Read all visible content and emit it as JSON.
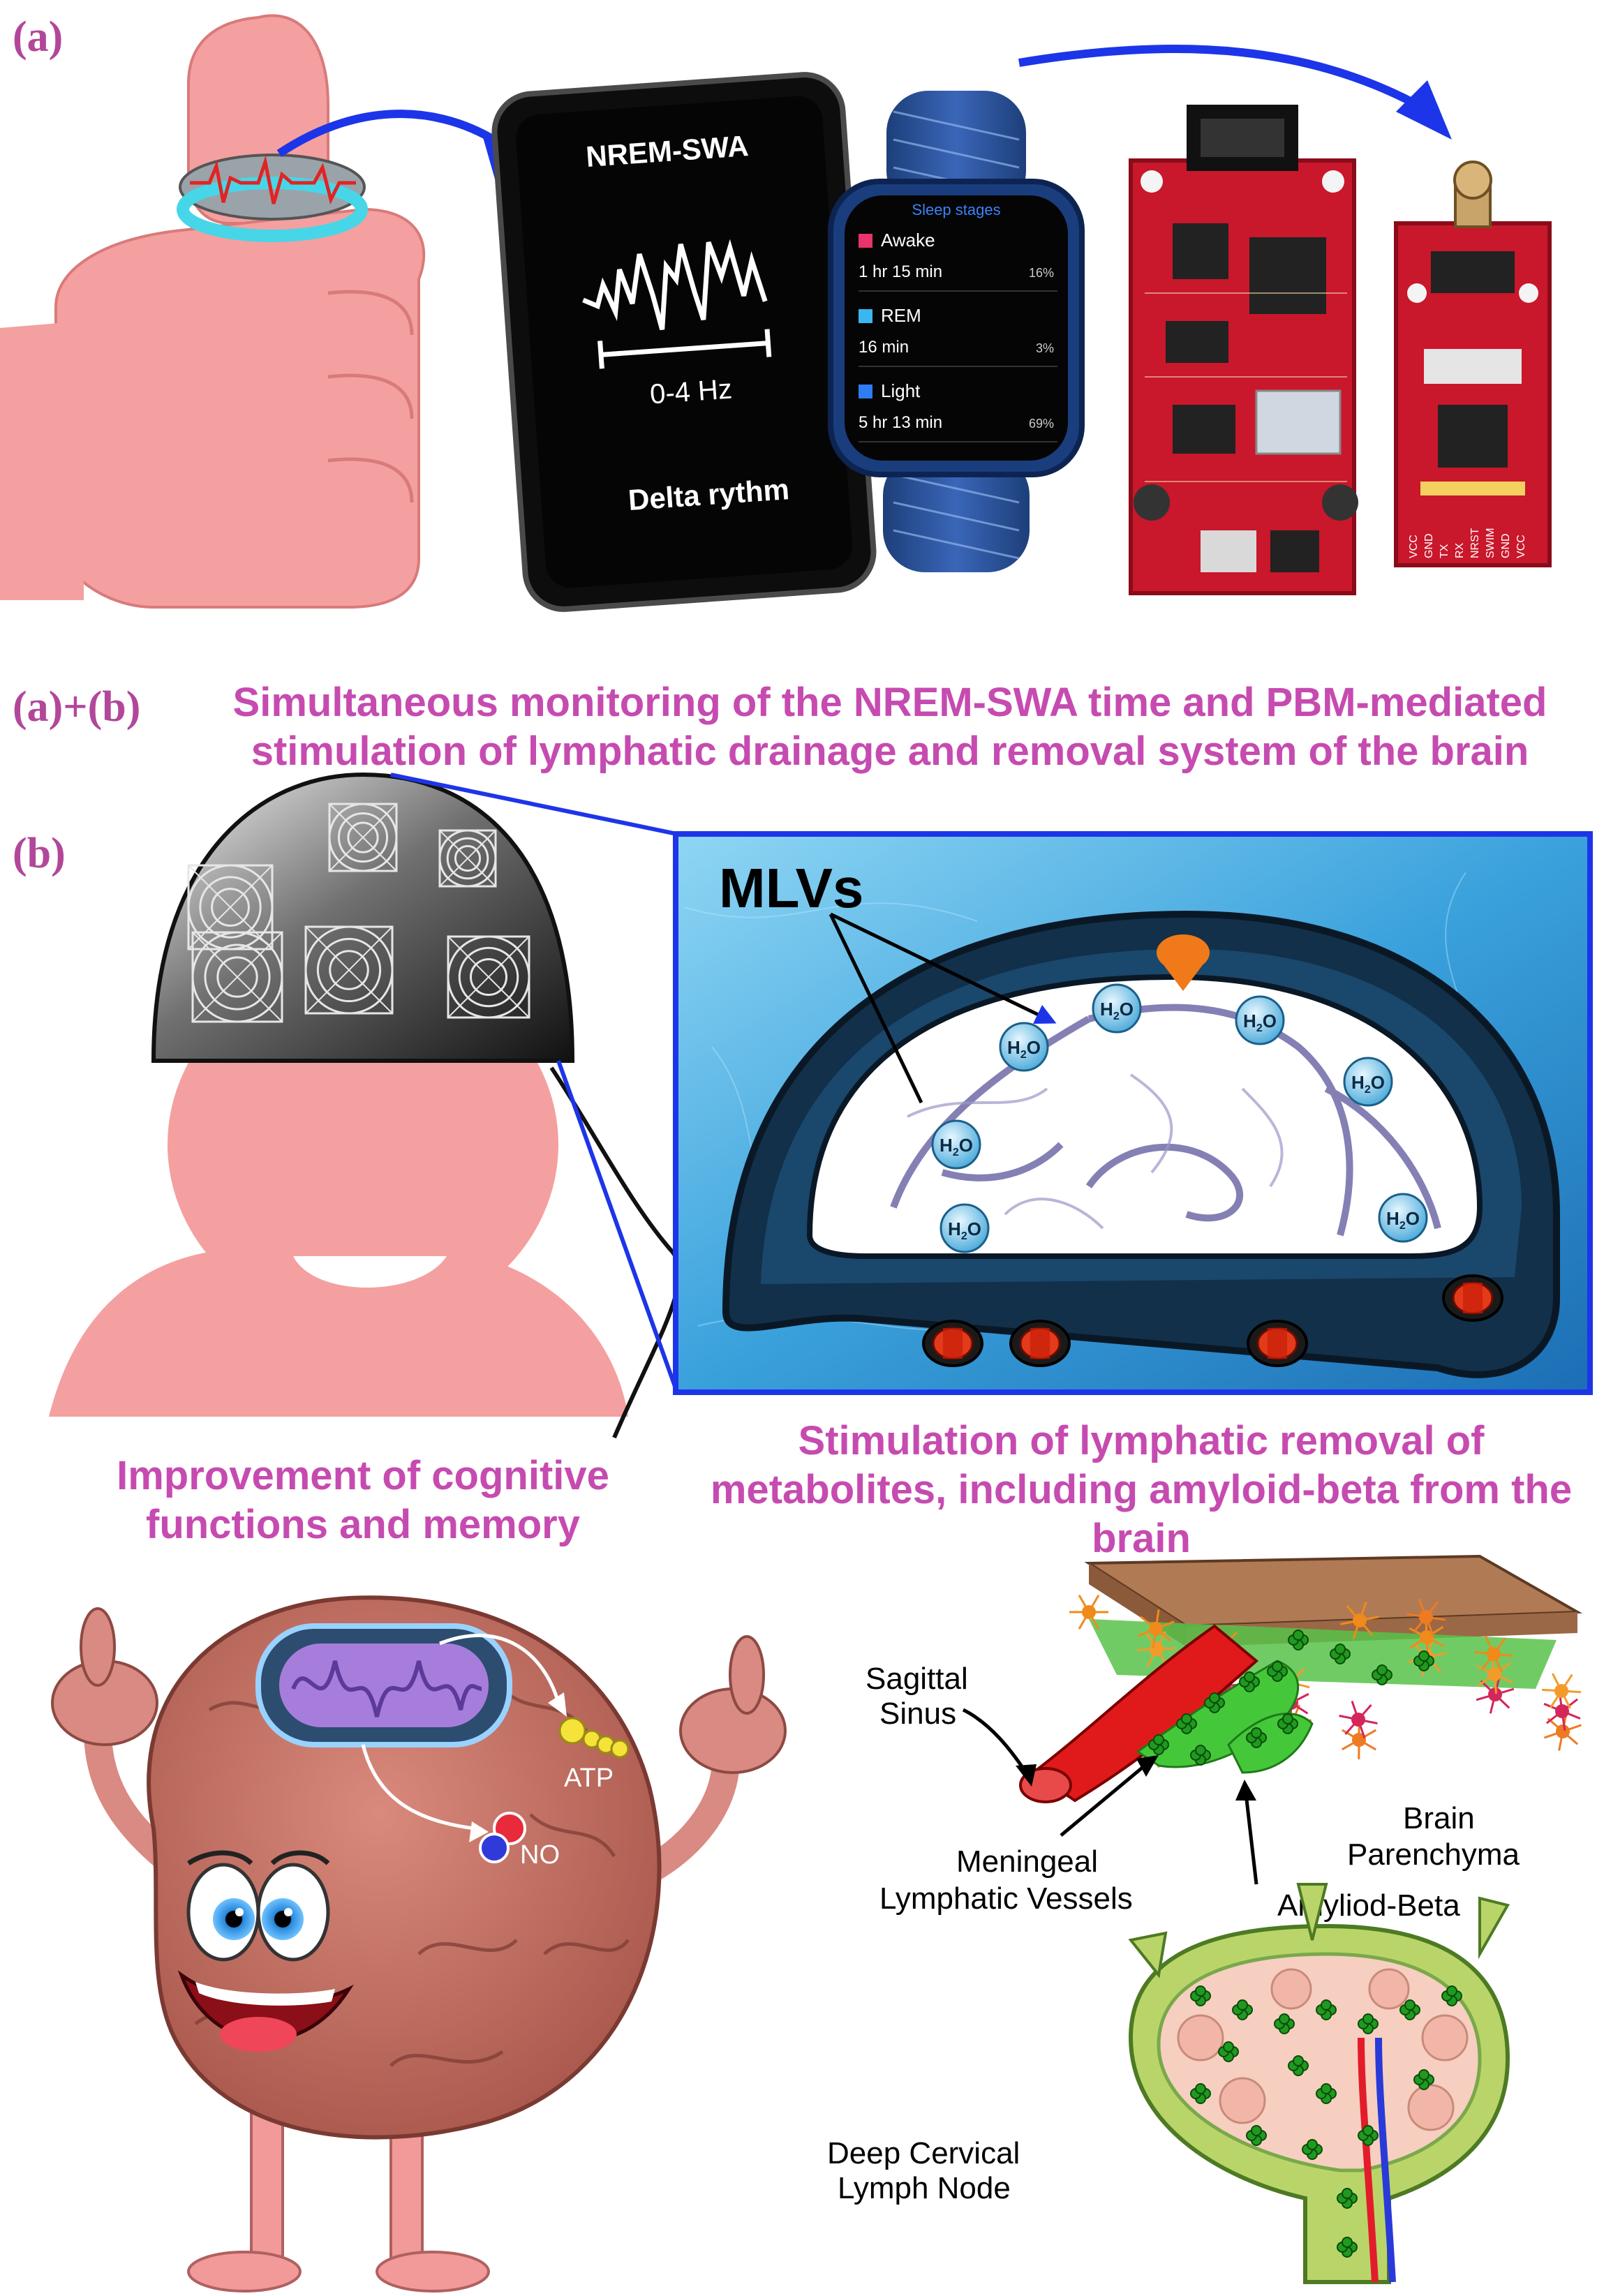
{
  "labels": {
    "panel_a": "(a)",
    "panel_ab": "(a)+(b)",
    "panel_b": "(b)"
  },
  "headings": {
    "monitoring_line1": "Simultaneous monitoring of the NREM-SWA time and PBM-mediated",
    "monitoring_line2": "stimulation of lymphatic drainage and removal system of the brain",
    "cognitive_line1": "Improvement of cognitive",
    "cognitive_line2": "functions and memory",
    "lymphatic_line1": "Stimulation of lymphatic removal of",
    "lymphatic_line2": "metabolites, including amyloid-beta from the",
    "lymphatic_line3": "brain"
  },
  "phone": {
    "title": "NREM-SWA",
    "band": "0-4 Hz",
    "rhythm": "Delta rythm"
  },
  "watch": {
    "header": "Sleep stages",
    "stages": [
      {
        "name": "Awake",
        "duration": "1 hr 15 min",
        "pct": "16%",
        "color": "#e8336b"
      },
      {
        "name": "REM",
        "duration": "16 min",
        "pct": "3%",
        "color": "#3ab6f0"
      },
      {
        "name": "Light",
        "duration": "5 hr 13 min",
        "pct": "69%",
        "color": "#2f7df2"
      }
    ]
  },
  "board": {
    "pins": [
      "VCC",
      "GND",
      "TX",
      "RX",
      "NRST",
      "SWIM",
      "GND",
      "VCC"
    ]
  },
  "mlv": {
    "title": "MLVs",
    "molecule": "H2O"
  },
  "brain": {
    "atp": "ATP",
    "no": "NO"
  },
  "anatomy": {
    "sagittal_line1": "Sagittal",
    "sagittal_line2": "Sinus",
    "meningeal_line1": "Meningeal",
    "meningeal_line2": "Lymphatic Vessels",
    "parenchyma_line1": "Brain",
    "parenchyma_line2": "Parenchyma",
    "amyloid": "Amyliod-Beta",
    "node_line1": "Deep Cervical",
    "node_line2": "Lymph Node"
  },
  "colors": {
    "accent": "#c64bb0",
    "label": "#b2479a",
    "skin": "#f4a0a0",
    "board": "#c9172b",
    "lymph": "#2ec23a"
  }
}
